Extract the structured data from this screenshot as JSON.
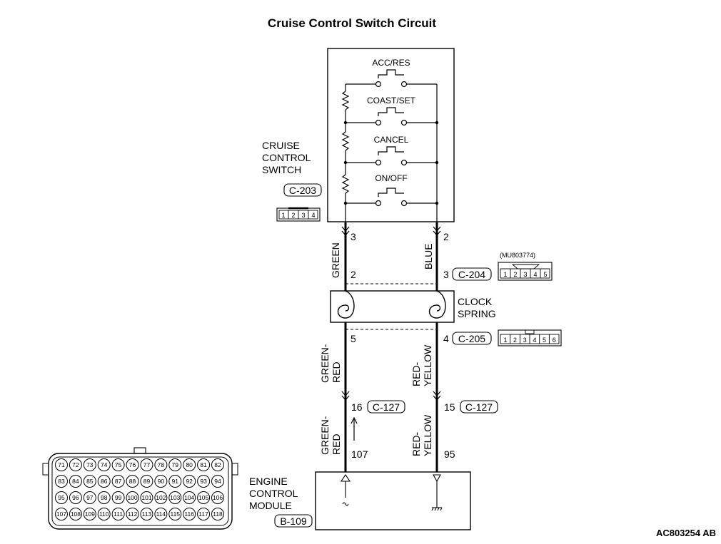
{
  "title": "Cruise Control Switch Circuit",
  "figure_id": "AC803254 AB",
  "switch": {
    "name_lines": [
      "CRUISE",
      "CONTROL",
      "SWITCH"
    ],
    "connector": "C-203",
    "connector_pins": [
      "1",
      "2",
      "3",
      "4"
    ],
    "buttons": [
      "ACC/RES",
      "COAST/SET",
      "CANCEL",
      "ON/OFF"
    ]
  },
  "wires_upper": {
    "left_color": "GREEN",
    "right_color": "BLUE",
    "left_top_pin": "3",
    "right_top_pin": "2",
    "left_bottom_pin": "2",
    "right_bottom_pin": "3",
    "right_connector": "C-204",
    "connector_part": "(MU803774)",
    "connector_pins": [
      "1",
      "2",
      "3",
      "4",
      "5"
    ]
  },
  "clock_spring": {
    "name_lines": [
      "CLOCK",
      "SPRING"
    ]
  },
  "wires_middle": {
    "left_pin": "5",
    "right_pin": "4",
    "right_connector": "C-205",
    "connector_pins": [
      "1",
      "2",
      "3",
      "4",
      "5",
      "6"
    ],
    "left_color_lines": [
      "GREEN-",
      "RED"
    ],
    "right_color_lines": [
      "RED-",
      "YELLOW"
    ]
  },
  "wires_lower": {
    "left_pin": "16",
    "right_pin": "15",
    "left_connector": "C-127",
    "right_connector": "C-127",
    "left_color_lines": [
      "GREEN-",
      "RED"
    ],
    "right_color_lines": [
      "RED-",
      "YELLOW"
    ],
    "left_ecm_pin": "107",
    "right_ecm_pin": "95"
  },
  "ecm": {
    "name_lines": [
      "ENGINE",
      "CONTROL",
      "MODULE"
    ],
    "connector": "B-109",
    "pin_rows": [
      [
        "71",
        "72",
        "73",
        "74",
        "75",
        "76",
        "77",
        "78",
        "79",
        "80",
        "81",
        "82"
      ],
      [
        "83",
        "84",
        "85",
        "86",
        "87",
        "88",
        "89",
        "90",
        "91",
        "92",
        "93",
        "94"
      ],
      [
        "95",
        "96",
        "97",
        "98",
        "99",
        "100",
        "101",
        "102",
        "103",
        "104",
        "105",
        "106"
      ],
      [
        "107",
        "108",
        "109",
        "110",
        "111",
        "112",
        "113",
        "114",
        "115",
        "116",
        "117",
        "118"
      ]
    ]
  }
}
